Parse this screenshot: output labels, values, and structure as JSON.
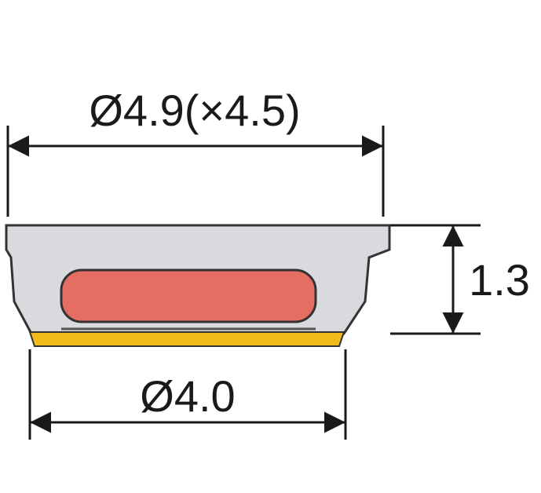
{
  "dimensions": {
    "top_width": "Ø4.9(×4.5)",
    "bottom_width": "Ø4.0",
    "height": "1.3"
  },
  "colors": {
    "body": "#d9dadd",
    "outline": "#333333",
    "inner_pad": "#e56e62",
    "base_strip": "#f2bb1a",
    "line": "#1a1a1a"
  }
}
